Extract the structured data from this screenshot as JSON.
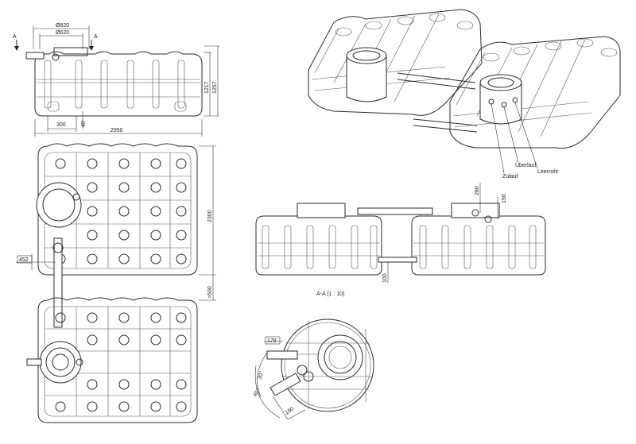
{
  "top_view": {
    "dia_outer": "Ø820",
    "dia_inner": "Ø620",
    "section_mark": "A",
    "height_1": "1217",
    "height_2": "1257",
    "length": "2950",
    "offset_300": "300",
    "offset_40": "40"
  },
  "plan_view": {
    "width": "2300",
    "pipe_offset": "452",
    "gap": ">500"
  },
  "iso_view": {
    "ueberlauf": "Überlauf",
    "leerrohr": "Leerrohr",
    "zulauf": "Zulauf"
  },
  "side_view": {
    "dim_280": "280",
    "dim_150": "150",
    "dim_100": "100"
  },
  "section_view": {
    "title": "A-A (1 : 10)",
    "dim_178": "178",
    "angle_30": "30°",
    "angle_45": "45°",
    "dim_190": "190"
  }
}
